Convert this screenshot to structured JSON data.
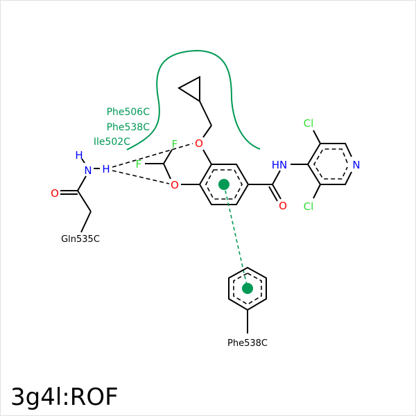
{
  "title": "3g4l:ROF",
  "colors": {
    "hydrophobic": "#009955",
    "oxygen": "#ff0000",
    "nitrogen": "#0000ff",
    "halogen": "#33dd33",
    "bond": "#000000"
  },
  "atoms": {
    "O": "O",
    "N": "N",
    "H": "H",
    "HN": "HN",
    "F": "F",
    "Cl": "Cl"
  },
  "residues": {
    "hydrophobic": [
      "Phe506C",
      "Phe538C",
      "Ile502C"
    ],
    "hbond": "Gln535C",
    "pi_stacking": "Phe538C"
  }
}
